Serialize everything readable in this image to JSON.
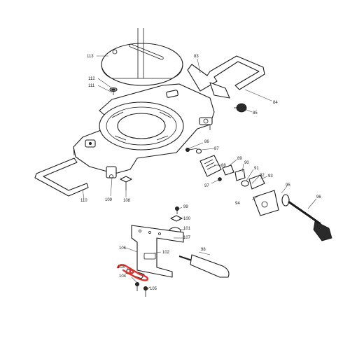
{
  "diagram": {
    "highlight_color": "#e0302a",
    "callouts": {
      "c83": "83",
      "c84": "84",
      "c85": "85",
      "c86": "86",
      "c87": "87",
      "c88": "88",
      "c89": "89",
      "c90": "90",
      "c91": "91",
      "c92": "92",
      "c93": "93",
      "c94": "94",
      "c95": "95",
      "c96": "96",
      "c97": "97",
      "c98": "98",
      "c99": "99",
      "c100": "100",
      "c101": "101",
      "c102": "102",
      "c103": "103",
      "c104": "104",
      "c105": "105",
      "c106": "106",
      "c107": "107",
      "c108": "108",
      "c109": "109",
      "c110": "110",
      "c111": "111",
      "c112": "112",
      "c113": "113"
    }
  }
}
